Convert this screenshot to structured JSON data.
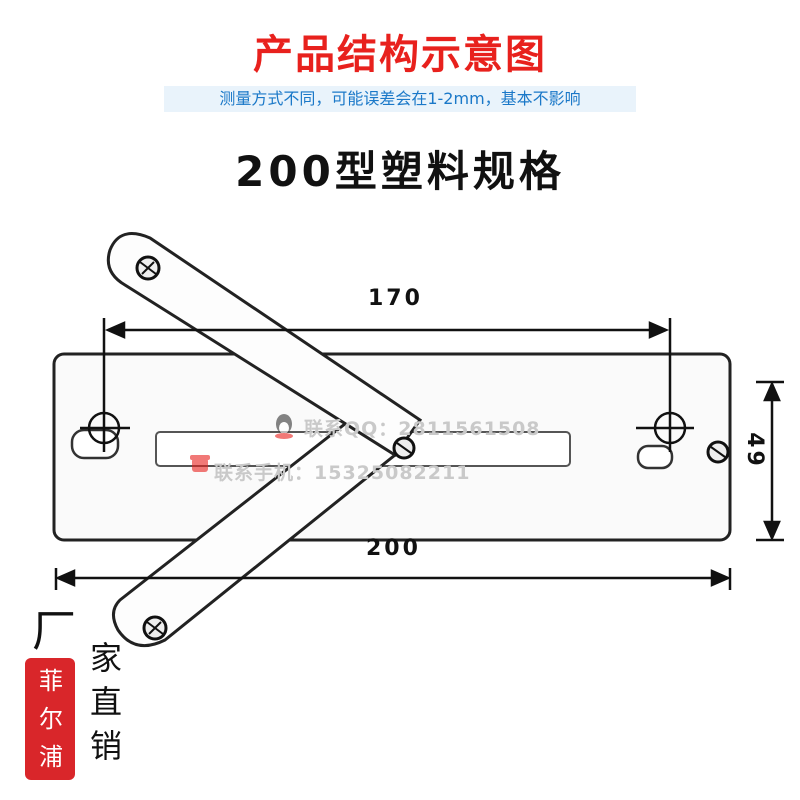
{
  "header": {
    "title": "产品结构示意图",
    "subtitle": "测量方式不同，可能误差会在1-2mm，基本不影响",
    "spec": "200型塑料规格"
  },
  "dimensions": {
    "width_small": "170",
    "width_total": "200",
    "height": "49"
  },
  "watermark": {
    "qq": "联系QQ：2811561508",
    "phone": "联系手机：15325082211"
  },
  "brand_seal": {
    "lines": [
      "菲",
      "尔",
      "浦"
    ],
    "color": "#d9262a"
  },
  "handwriting": {
    "first": "厂",
    "rest": [
      "家",
      "直",
      "销"
    ]
  },
  "colors": {
    "title": "#e8211d",
    "subtitle": "#1a78c8",
    "subtitle_bg": "#e9f3fb"
  }
}
